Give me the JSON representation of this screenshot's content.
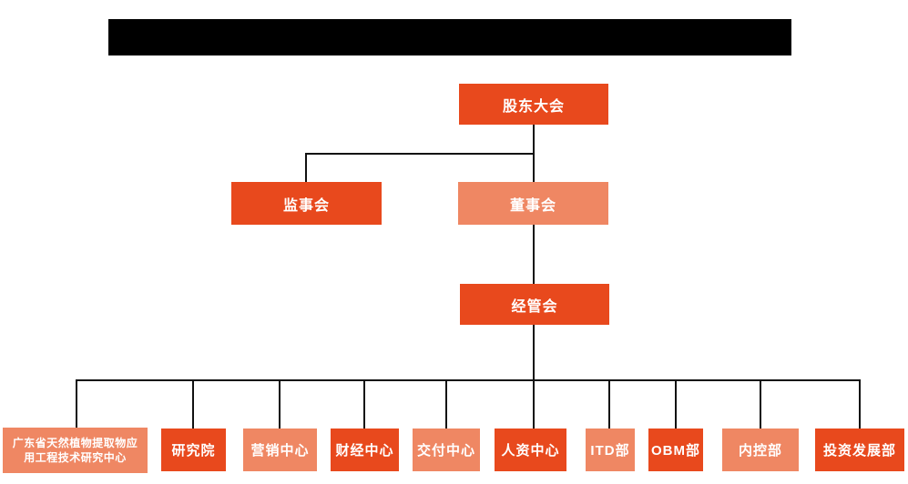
{
  "colors": {
    "box_dark": "#E8491D",
    "box_light": "#EF8763",
    "box_text": "#FFFFFF",
    "connector_line": "#111111",
    "redaction_bar": "#000000",
    "background": "#FFFFFF"
  },
  "org_chart": {
    "root": {
      "label": "股东大会",
      "tone": "dark"
    },
    "level2": [
      {
        "label": "监事会",
        "tone": "dark"
      },
      {
        "label": "董事会",
        "tone": "light"
      }
    ],
    "level3": {
      "label": "经管会",
      "tone": "dark"
    },
    "departments": [
      {
        "label": "广东省天然植物提取物应用工程技术研究中心",
        "tone": "light"
      },
      {
        "label": "研究院",
        "tone": "dark"
      },
      {
        "label": "营销中心",
        "tone": "light"
      },
      {
        "label": "财经中心",
        "tone": "dark"
      },
      {
        "label": "交付中心",
        "tone": "light"
      },
      {
        "label": "人资中心",
        "tone": "dark"
      },
      {
        "label": "ITD部",
        "tone": "light"
      },
      {
        "label": "OBM部",
        "tone": "dark"
      },
      {
        "label": "内控部",
        "tone": "light"
      },
      {
        "label": "投资发展部",
        "tone": "dark"
      }
    ]
  }
}
